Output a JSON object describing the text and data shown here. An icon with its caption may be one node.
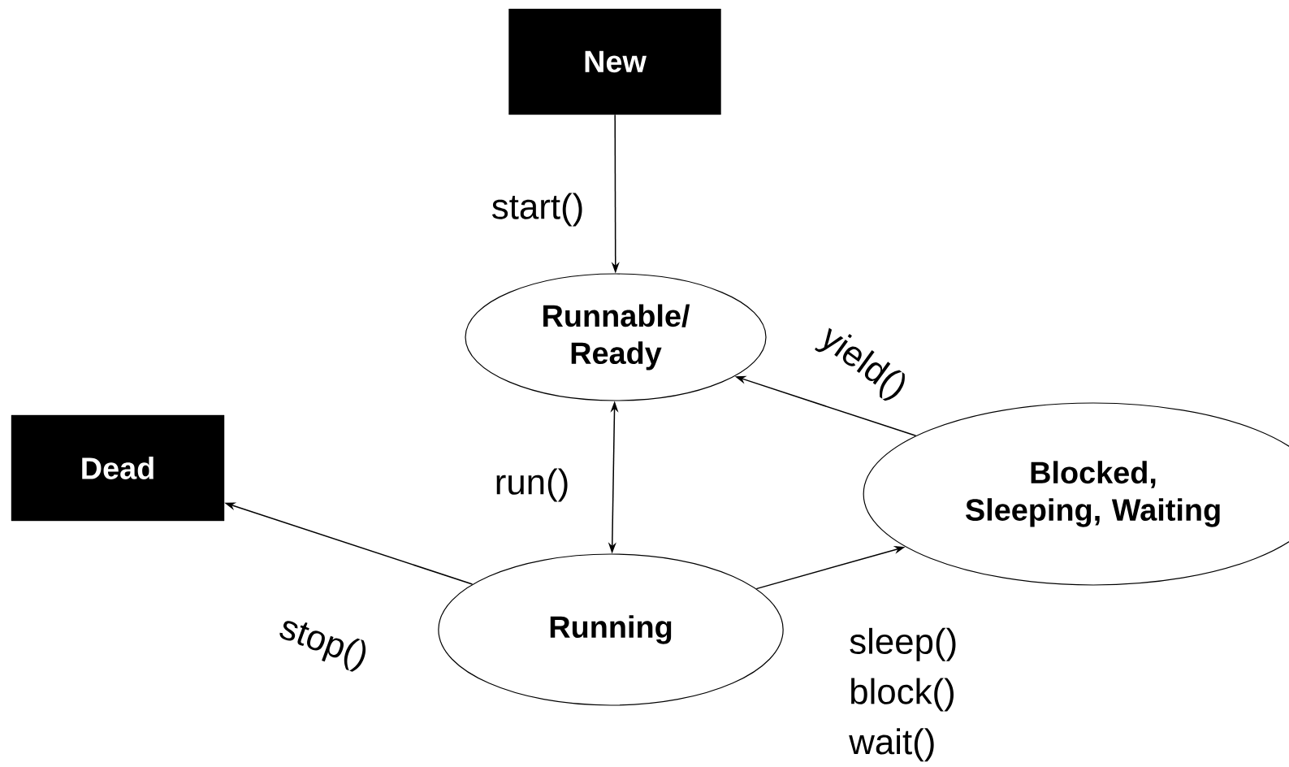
{
  "diagram": {
    "nodes": [
      {
        "text": [
          "New"
        ]
      },
      {
        "text": [
          "Runnable/ Ready"
        ]
      },
      {
        "text": [
          "Dead"
        ]
      },
      {
        "text": [
          "Blocked, Sleeping, Waiting"
        ]
      },
      {
        "text": [
          "Running"
        ]
      }
    ],
    "edges": [
      {
        "from": 0,
        "to": 1,
        "arrow": "to",
        "label": "start()"
      },
      {
        "from": 1,
        "to": 4,
        "arrow": "both",
        "label": "run()"
      },
      {
        "from": 4,
        "to": 2,
        "arrow": "to",
        "label": "stop()"
      },
      {
        "from": 4,
        "to": 3,
        "arrow": "to",
        "label": "sleep() block() wait()"
      },
      {
        "from": 3,
        "to": 1,
        "arrow": "to",
        "label": "yield()"
      }
    ]
  }
}
